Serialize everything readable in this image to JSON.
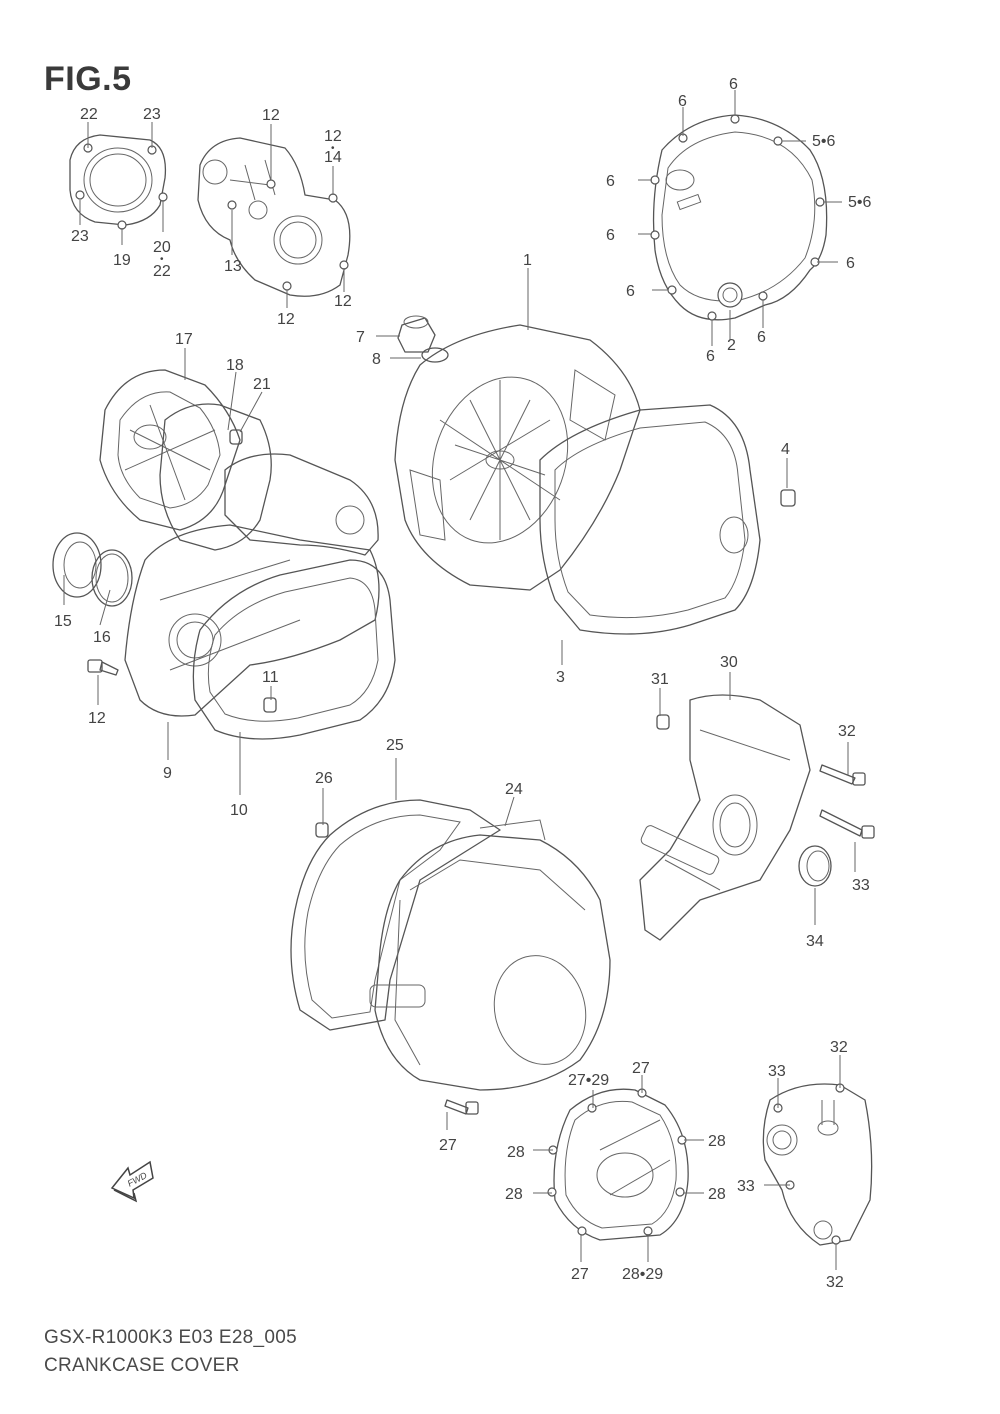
{
  "figure": {
    "title": "FIG.5"
  },
  "footer": {
    "model_code": "GSX-R1000K3 E03 E28_005",
    "section_name": "CRANKCASE COVER"
  },
  "fwd_arrow": {
    "label": "FWD",
    "icon": "fwd-arrow-icon"
  },
  "callouts": [
    {
      "id": "c22a",
      "text": "22"
    },
    {
      "id": "c23a",
      "text": "23"
    },
    {
      "id": "c23b",
      "text": "23"
    },
    {
      "id": "c19",
      "text": "19"
    },
    {
      "id": "c20",
      "text": "20"
    },
    {
      "id": "c20dot",
      "text": "•"
    },
    {
      "id": "c22b",
      "text": "22"
    },
    {
      "id": "c12a",
      "text": "12"
    },
    {
      "id": "c12b",
      "text": "12"
    },
    {
      "id": "c12dot",
      "text": "•"
    },
    {
      "id": "c14",
      "text": "14"
    },
    {
      "id": "c13",
      "text": "13"
    },
    {
      "id": "c12c",
      "text": "12"
    },
    {
      "id": "c12d",
      "text": "12"
    },
    {
      "id": "c6a",
      "text": "6"
    },
    {
      "id": "c6b",
      "text": "6"
    },
    {
      "id": "c56a",
      "text": "5•6"
    },
    {
      "id": "c6c",
      "text": "6"
    },
    {
      "id": "c56b",
      "text": "5•6"
    },
    {
      "id": "c6d",
      "text": "6"
    },
    {
      "id": "c6e",
      "text": "6"
    },
    {
      "id": "c6f",
      "text": "6"
    },
    {
      "id": "c6g",
      "text": "6"
    },
    {
      "id": "c2",
      "text": "2"
    },
    {
      "id": "c6h",
      "text": "6"
    },
    {
      "id": "c1",
      "text": "1"
    },
    {
      "id": "c7",
      "text": "7"
    },
    {
      "id": "c8",
      "text": "8"
    },
    {
      "id": "c4",
      "text": "4"
    },
    {
      "id": "c3",
      "text": "3"
    },
    {
      "id": "c17",
      "text": "17"
    },
    {
      "id": "c18",
      "text": "18"
    },
    {
      "id": "c21",
      "text": "21"
    },
    {
      "id": "c15",
      "text": "15"
    },
    {
      "id": "c16",
      "text": "16"
    },
    {
      "id": "c12e",
      "text": "12"
    },
    {
      "id": "c11",
      "text": "11"
    },
    {
      "id": "c9",
      "text": "9"
    },
    {
      "id": "c10",
      "text": "10"
    },
    {
      "id": "c31",
      "text": "31"
    },
    {
      "id": "c30",
      "text": "30"
    },
    {
      "id": "c32a",
      "text": "32"
    },
    {
      "id": "c33a",
      "text": "33"
    },
    {
      "id": "c34",
      "text": "34"
    },
    {
      "id": "c25",
      "text": "25"
    },
    {
      "id": "c26",
      "text": "26"
    },
    {
      "id": "c24",
      "text": "24"
    },
    {
      "id": "c27a",
      "text": "27"
    },
    {
      "id": "c2729a",
      "text": "27•29"
    },
    {
      "id": "c27b",
      "text": "27"
    },
    {
      "id": "c28a",
      "text": "28"
    },
    {
      "id": "c28b",
      "text": "28"
    },
    {
      "id": "c28c",
      "text": "28"
    },
    {
      "id": "c28d",
      "text": "28"
    },
    {
      "id": "c27c",
      "text": "27"
    },
    {
      "id": "c2829",
      "text": "28•29"
    },
    {
      "id": "c33b",
      "text": "33"
    },
    {
      "id": "c32b",
      "text": "32"
    },
    {
      "id": "c33c",
      "text": "33"
    },
    {
      "id": "c32c",
      "text": "32"
    }
  ]
}
